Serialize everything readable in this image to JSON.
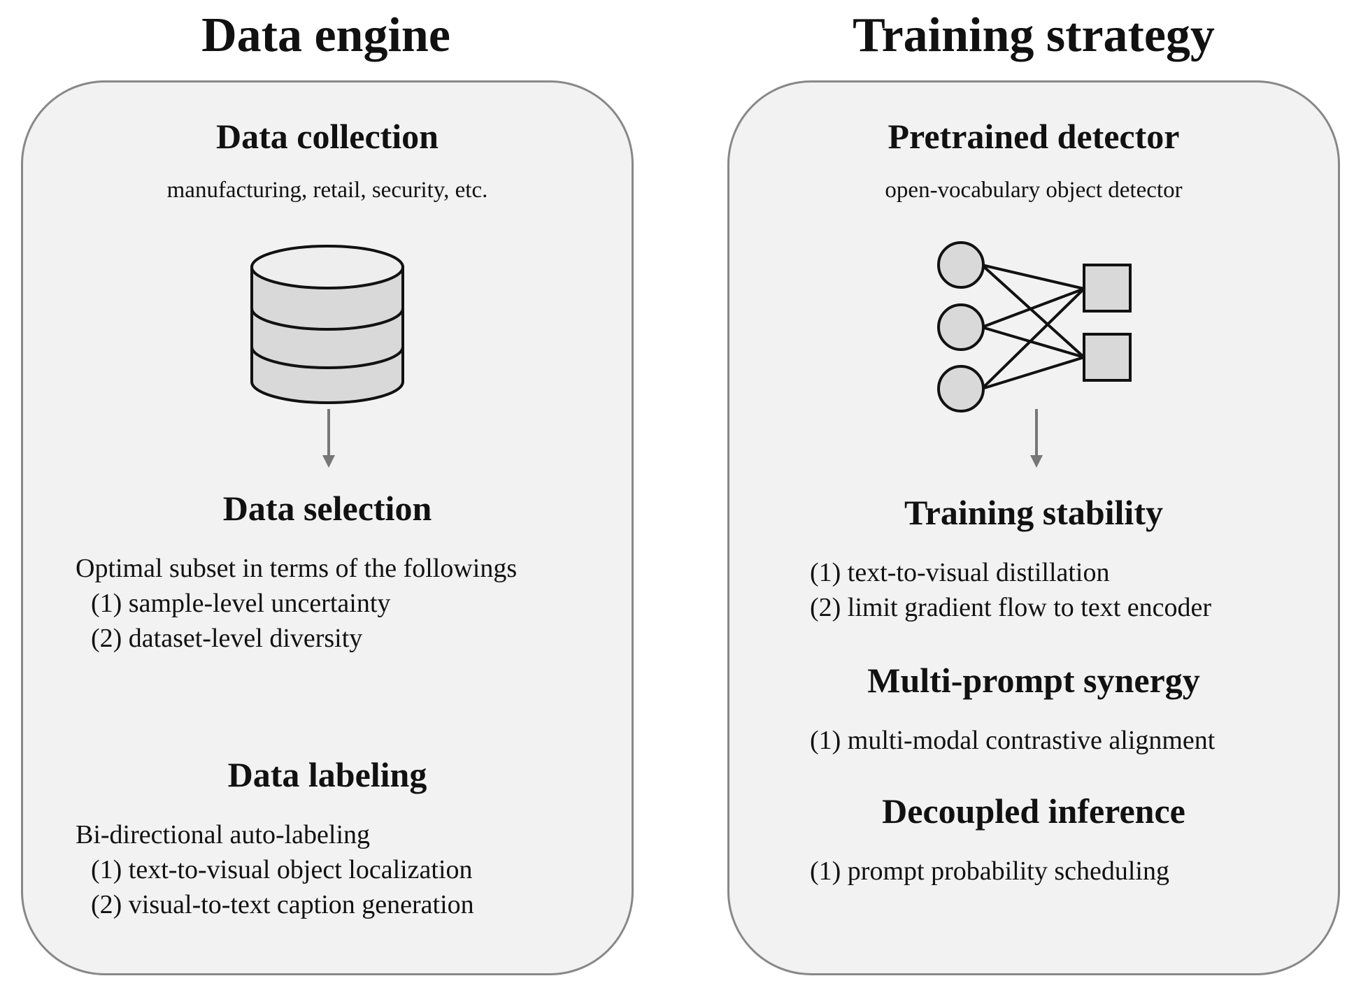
{
  "left": {
    "title": "Data engine",
    "collection": {
      "title": "Data collection",
      "subtitle": "manufacturing, retail, security, etc.",
      "icon": "database-icon"
    },
    "selection": {
      "title": "Data selection",
      "intro": "Optimal subset in terms of the followings",
      "items": [
        "(1) sample-level uncertainty",
        "(2) dataset-level diversity"
      ]
    },
    "labeling": {
      "title": "Data labeling",
      "intro": "Bi-directional auto-labeling",
      "items": [
        "(1) text-to-visual object localization",
        "(2) visual-to-text caption generation"
      ]
    }
  },
  "right": {
    "title": "Training strategy",
    "detector": {
      "title": "Pretrained detector",
      "subtitle": "open-vocabulary object detector",
      "icon": "network-icon"
    },
    "stability": {
      "title": "Training stability",
      "items": [
        "(1) text-to-visual distillation",
        "(2) limit gradient flow to text encoder"
      ]
    },
    "synergy": {
      "title": "Multi-prompt synergy",
      "items": [
        "(1) multi-modal contrastive alignment"
      ]
    },
    "inference": {
      "title": "Decoupled inference",
      "items": [
        "(1) prompt probability scheduling"
      ]
    }
  },
  "colors": {
    "panel_fill": "#f2f2f2",
    "panel_border": "#888888",
    "icon_fill": "#d9d9d9",
    "arrow": "#777777"
  }
}
